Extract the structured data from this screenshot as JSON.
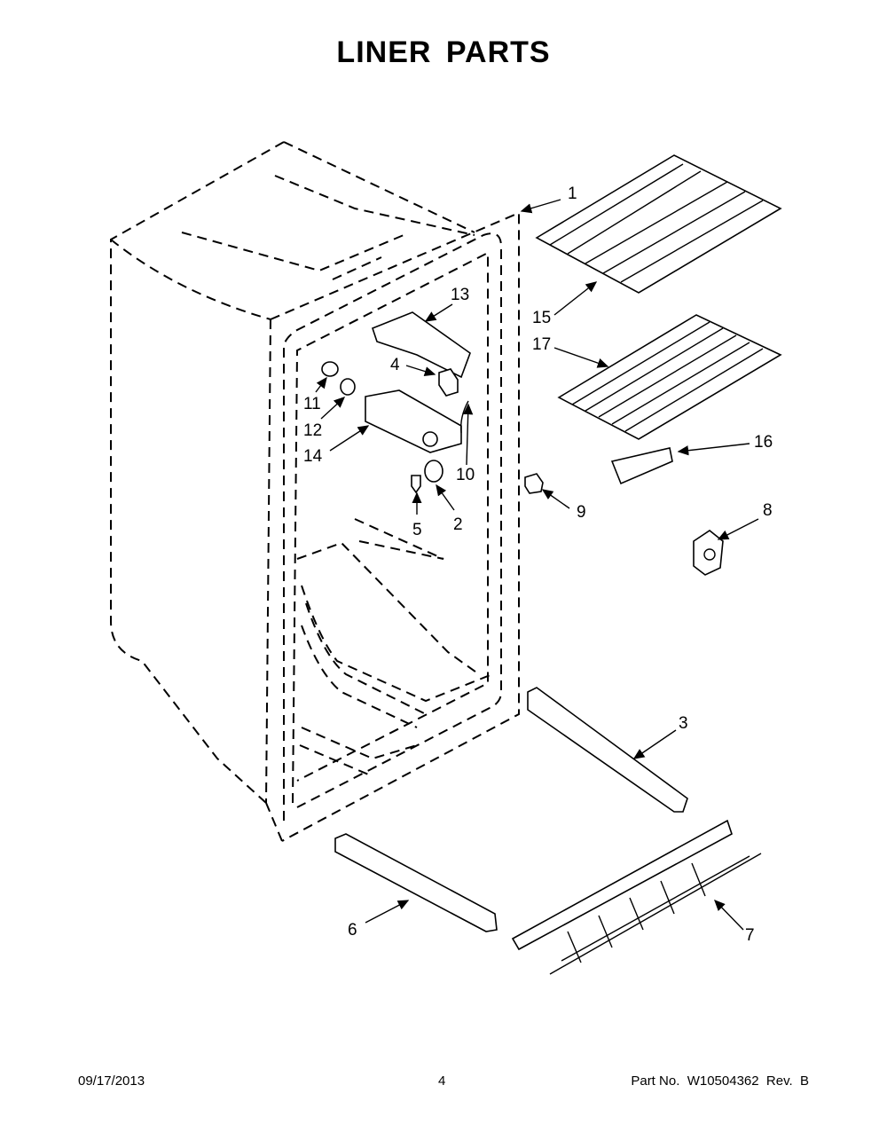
{
  "page": {
    "title": "LINER PARTS",
    "footer": {
      "date": "09/17/2013",
      "page_number": "4",
      "part_number": "Part No.  W10504362  Rev.  B"
    }
  },
  "callouts": [
    {
      "id": "c1",
      "label": "1"
    },
    {
      "id": "c2",
      "label": "2"
    },
    {
      "id": "c3",
      "label": "3"
    },
    {
      "id": "c4",
      "label": "4"
    },
    {
      "id": "c5",
      "label": "5"
    },
    {
      "id": "c6",
      "label": "6"
    },
    {
      "id": "c7",
      "label": "7"
    },
    {
      "id": "c8",
      "label": "8"
    },
    {
      "id": "c9",
      "label": "9"
    },
    {
      "id": "c10",
      "label": "10"
    },
    {
      "id": "c11",
      "label": "11"
    },
    {
      "id": "c12",
      "label": "12"
    },
    {
      "id": "c13",
      "label": "13"
    },
    {
      "id": "c14",
      "label": "14"
    },
    {
      "id": "c15",
      "label": "15"
    },
    {
      "id": "c16",
      "label": "16"
    },
    {
      "id": "c17",
      "label": "17"
    }
  ]
}
